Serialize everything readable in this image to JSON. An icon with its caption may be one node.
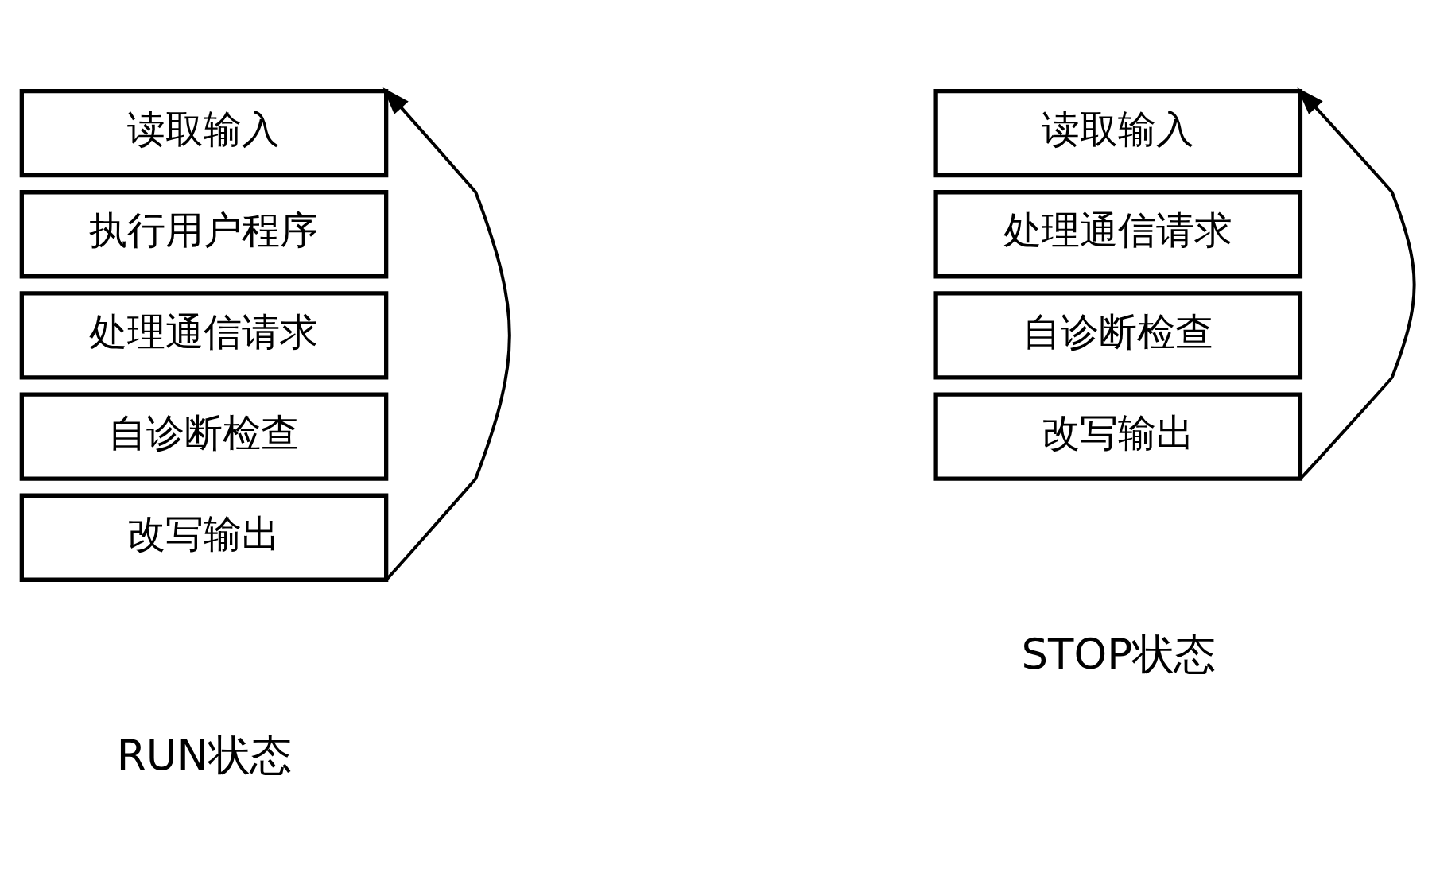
{
  "diagram": {
    "nodes": [
      {
        "text": [
          "读取输入"
        ]
      },
      {
        "text": [
          "执行用户程序"
        ]
      },
      {
        "text": [
          "处理通信请求"
        ]
      },
      {
        "text": [
          "自诊断检查"
        ]
      },
      {
        "text": [
          "改写输出"
        ]
      },
      {
        "text": [
          "读取输入"
        ]
      },
      {
        "text": [
          "处理通信请求"
        ]
      },
      {
        "text": [
          "自诊断检查"
        ]
      },
      {
        "text": [
          "改写输出"
        ]
      }
    ],
    "edges": [
      {
        "from": 4,
        "to": 0,
        "arrow": "to"
      },
      {
        "from": 8,
        "to": 5,
        "arrow": "to"
      }
    ],
    "labels": [
      "RUN状态",
      "STOP状态"
    ]
  }
}
